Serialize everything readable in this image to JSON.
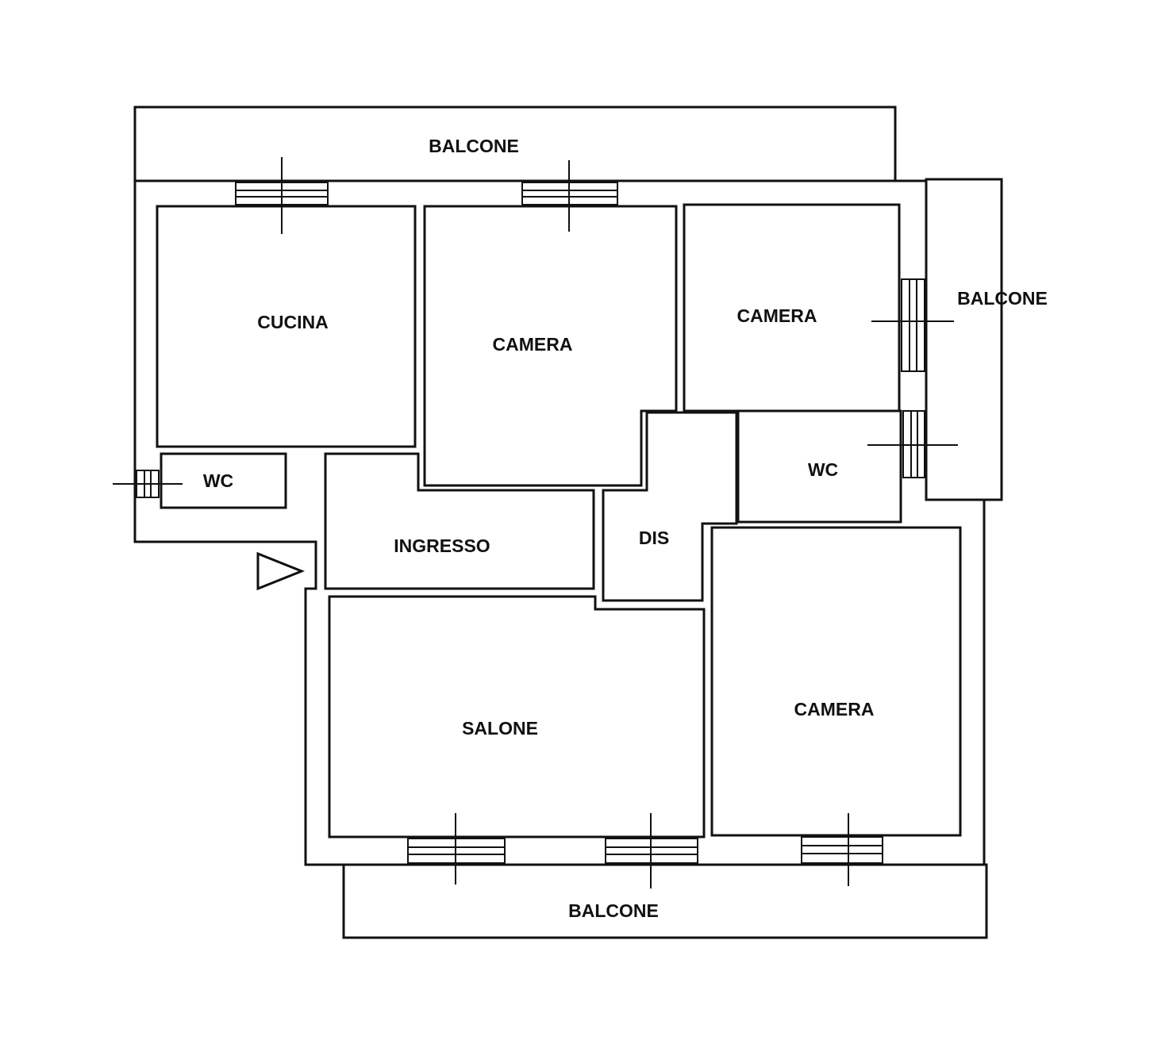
{
  "plan": {
    "rooms": {
      "balcone_top": "BALCONE",
      "balcone_right": "BALCONE",
      "balcone_bottom": "BALCONE",
      "cucina": "CUCINA",
      "camera_1": "CAMERA",
      "camera_2": "CAMERA",
      "camera_3": "CAMERA",
      "wc_1": "WC",
      "wc_2": "WC",
      "ingresso": "INGRESSO",
      "dis": "DIS",
      "salone": "SALONE"
    },
    "entrance_icon": "triangle-arrow"
  }
}
